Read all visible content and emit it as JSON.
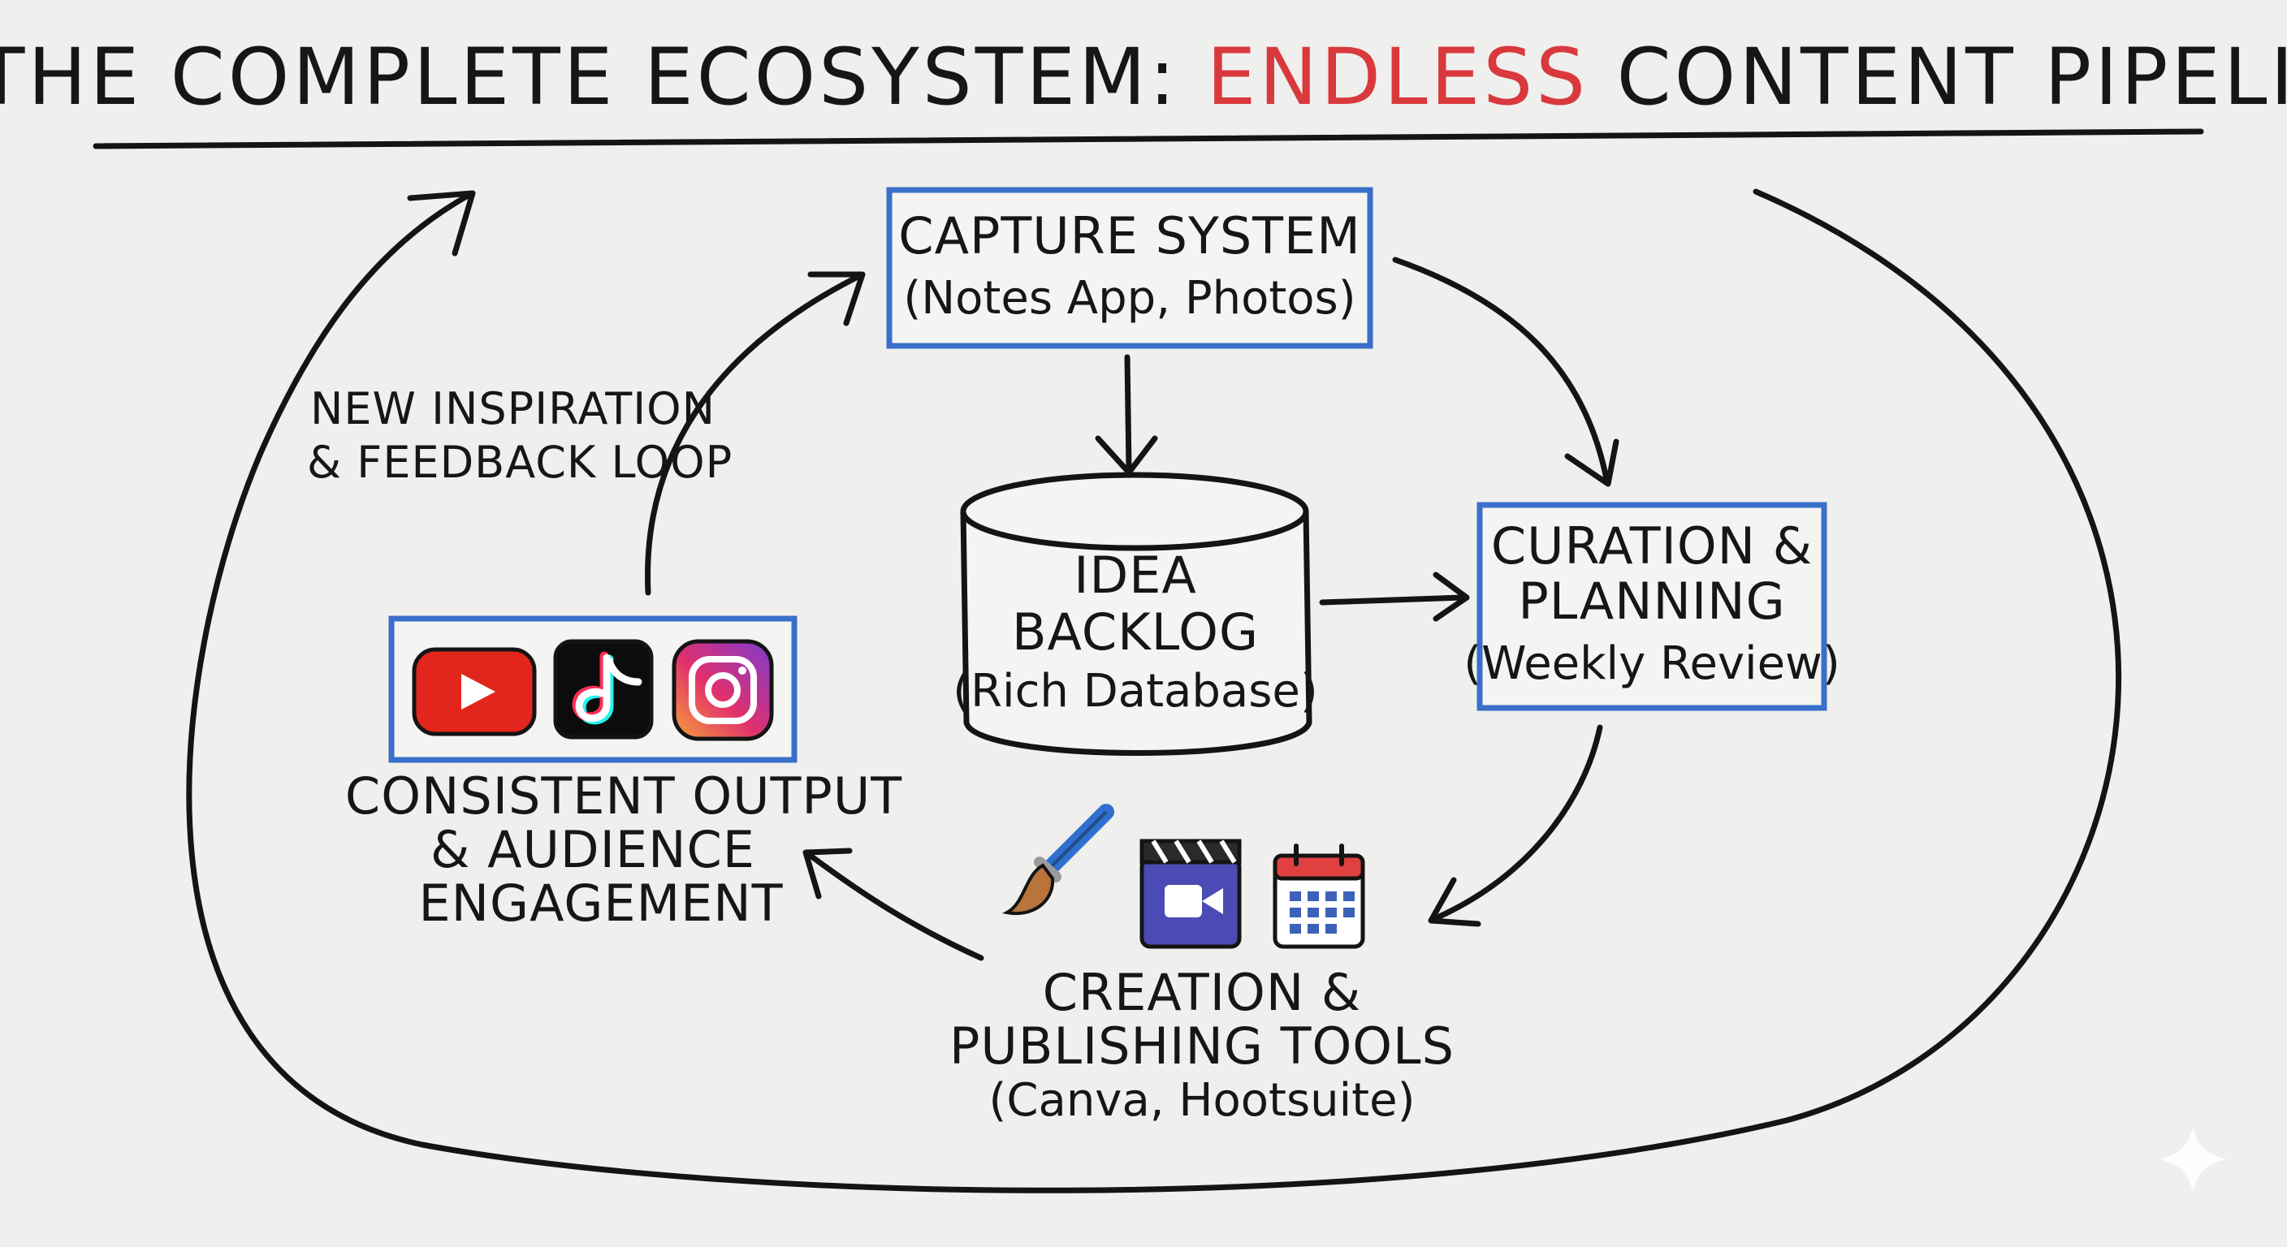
{
  "title": {
    "part1": "THE COMPLETE ECOSYSTEM:",
    "part2": "ENDLESS",
    "part3": "CONTENT PIPELINE",
    "accent_color": "#d9393c"
  },
  "nodes": {
    "capture": {
      "line1": "CAPTURE SYSTEM",
      "line2": "(Notes App, Photos)"
    },
    "backlog": {
      "line1": "IDEA",
      "line2": "BACKLOG",
      "line3": "(Rich Database)"
    },
    "curation": {
      "line1": "CURATION &",
      "line2": "PLANNING",
      "line3": "(Weekly Review)"
    },
    "creation": {
      "line1": "CREATION &",
      "line2": "PUBLISHING TOOLS",
      "line3": "(Canva, Hootsuite)"
    },
    "output": {
      "line1": "CONSISTENT OUTPUT",
      "line2": "& AUDIENCE",
      "line3": "ENGAGEMENT"
    }
  },
  "loop_label": {
    "line1": "NEW INSPIRATION",
    "line2": "& FEEDBACK LOOP"
  },
  "icons": {
    "platforms": [
      "youtube-icon",
      "tiktok-icon",
      "instagram-icon"
    ],
    "tools": [
      "paintbrush-icon",
      "video-clapper-icon",
      "calendar-icon"
    ]
  },
  "colors": {
    "box_border": "#3a6fc9",
    "ink": "#141414",
    "youtube": "#e3261d",
    "calendar_header": "#e04040",
    "video_icon": "#4b4bb5",
    "brush_blue": "#2f6fd0"
  }
}
